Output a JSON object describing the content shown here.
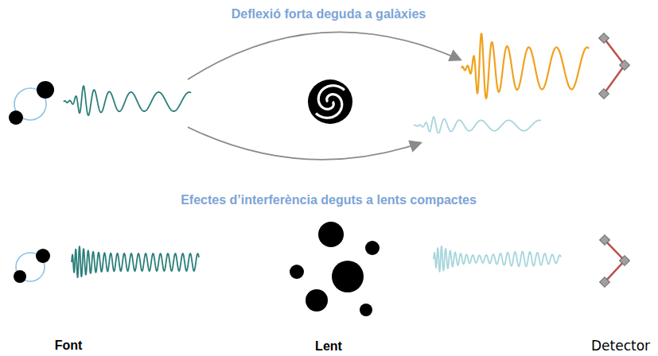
{
  "diagram": {
    "labels": [
      "Deflexió forta deguda a galàxies",
      "Efectes d’interferència deguts a lents compactes",
      "Font",
      "Lent",
      "Detector"
    ]
  }
}
